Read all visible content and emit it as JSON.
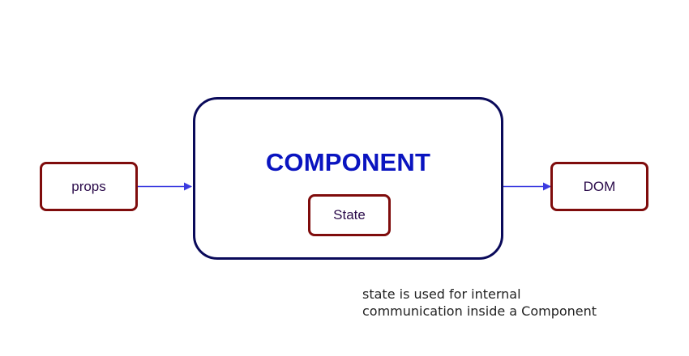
{
  "diagram": {
    "nodes": {
      "props": "props",
      "component": "COMPONENT",
      "state": "State",
      "dom": "DOM"
    },
    "note": {
      "line1": "state is used for internal",
      "line2": "communication inside a Component"
    },
    "edges": [
      {
        "from": "props",
        "to": "component"
      },
      {
        "from": "component",
        "to": "dom"
      }
    ],
    "colors": {
      "component_border": "#0a0a5a",
      "component_title": "#0a14c0",
      "small_box_border": "#7f0c0c",
      "arrow": "#3b3be0"
    }
  }
}
